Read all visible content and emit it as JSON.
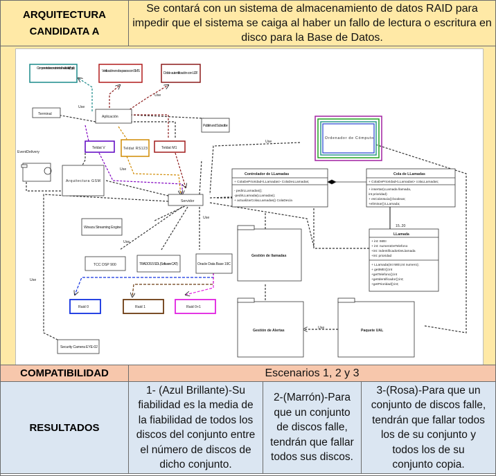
{
  "header": {
    "label": "ARQUITECTURA CANDIDATA A",
    "description": "Se contará con un sistema de almacenamiento de datos RAID para impedir que el sistema se caiga al haber un fallo de lectura o escritura en disco para la Base de Datos."
  },
  "diagram": {
    "components": {
      "fingerprint": "Componente de reconocimiento de huella dactilar (Apple)",
      "sms": "Verificación en dos pasos con SMS",
      "u2f": "Doble autentificación con U2F",
      "terminal": "Terminal",
      "aplicacion": "Aplicación",
      "publish": "Publish and Subscribe",
      "ordenador": "Ordenador de Cómputo",
      "event_delivery": "EventDelivery",
      "teldat_v": "Teldat V",
      "teldat_rs": "Teldat RS123",
      "teldat_m1": "Teldat M1",
      "gsm": "Arquitectura GSM",
      "servidor": "Servidor",
      "wowza": "Wowza Streaming Engine",
      "tcc": "TCC DSP 900",
      "trados": "TRADOS 5 SDL (Software CAT)",
      "oracle": "Oracle Data Base 19C",
      "raid0": "Raid 0",
      "raid1": "Raid 1",
      "raid01": "Raid 0+1",
      "camera": "Security Camera EYE-02",
      "gestion_llamadas": "Gestión de llamadas",
      "gestion_alertas": "Gestión de Alertas",
      "paquete_ual": "Paquete UAL",
      "use": "Use",
      "multiplicity": "15..20"
    },
    "controlador": {
      "title": "Controlador de LLamadas",
      "attrs": [
        "+ ColaDePrioridad<LLamadas> ColaDeLLamadas;"
      ],
      "methods": [
        "- pedirLLamadas();",
        "-pedirLLamada(LLamadas);",
        "+ actualizarColaLLamadas() ColaDeLla"
      ]
    },
    "cola": {
      "title": "Cola de LLamadas",
      "attrs": [
        "+ ColaDePrioridad<LLamadas> colaLLamadas;"
      ],
      "methods": [
        "+ insertar(LLamada llamada,",
        "int prioridad)",
        "+ esColaVacia():boolean;",
        "+eliminar():LLamada;"
      ]
    },
    "llamada": {
      "title": "LLamada",
      "attrs": [
        "+ int: IMEI",
        "+ int: numeroDeTelefono",
        "+int: indentificadorDeLlamada",
        "+int: prioridad"
      ],
      "methods": [
        "+ LLamada(int IMEI,int numero);",
        "+ getIMEI():int",
        "+getTelefono():int",
        "+getIdentificador():int;",
        "+getPrioridad():int;"
      ]
    }
  },
  "compat": {
    "label": "COMPATIBILIDAD",
    "value": "Escenarios 1, 2 y 3"
  },
  "results": {
    "label": "RESULTADOS",
    "col1": [
      "1- (Azul Brillante)-Su",
      "fiabilidad es la media de",
      "la fiabilidad de todos los",
      "discos del conjunto entre",
      "el número de discos de",
      "dicho conjunto."
    ],
    "col2": [
      "2-(Marrón)-Para",
      "que un conjunto",
      "de discos falle,",
      "tendrán que fallar",
      "todos sus discos."
    ],
    "col3": [
      "3-(Rosa)-Para que un",
      "conjunto de discos falle,",
      "tendrán que fallar todos",
      "los de su conjunto y",
      "todos los de su",
      "conjunto copia."
    ]
  }
}
